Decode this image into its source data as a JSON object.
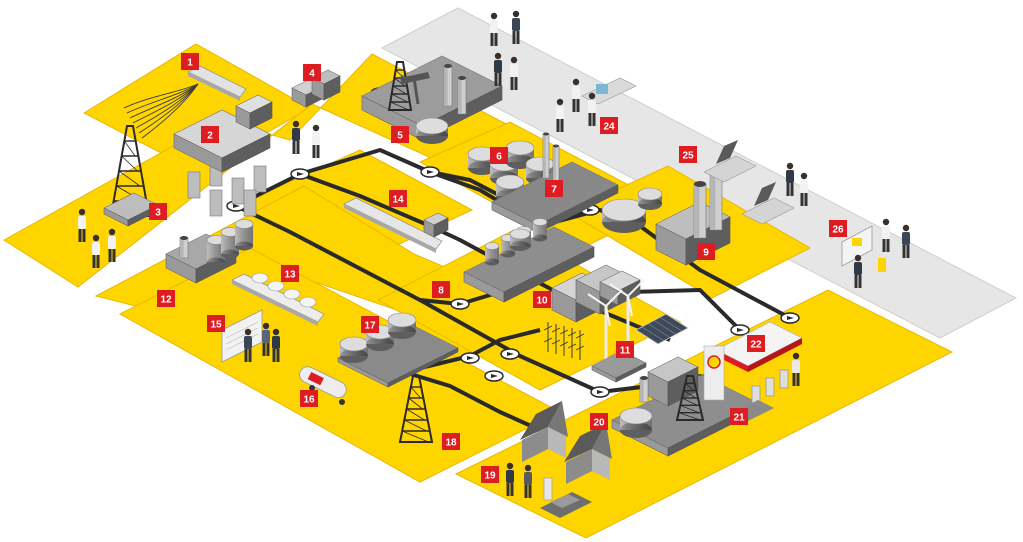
{
  "colors": {
    "platform": "#FFD500",
    "platform_edge": "#E8B800",
    "research_zone": "#E6E6E6",
    "research_edge": "#CFCFCF",
    "pipeline": "#2A2A2A",
    "label_bg": "#DD1D21",
    "label_text": "#FFFFFF",
    "equipment_light": "#CFCFCF",
    "equipment_mid": "#9A9A9A",
    "equipment_dark": "#5E5E5E"
  },
  "markers": [
    {
      "id": "1",
      "label": "1",
      "icon": "offshore-seismic-vessel-icon"
    },
    {
      "id": "2",
      "label": "2",
      "icon": "offshore-platform-icon"
    },
    {
      "id": "3",
      "label": "3",
      "icon": "drilling-rig-icon"
    },
    {
      "id": "4",
      "label": "4",
      "icon": "core-analysis-equipment-icon"
    },
    {
      "id": "5",
      "label": "5",
      "icon": "onshore-pumpjack-facility-icon"
    },
    {
      "id": "6",
      "label": "6",
      "icon": "storage-tanks-icon"
    },
    {
      "id": "7",
      "label": "7",
      "icon": "processing-plant-icon"
    },
    {
      "id": "8",
      "label": "8",
      "icon": "gas-processing-icon"
    },
    {
      "id": "9",
      "label": "9",
      "icon": "refinery-icon"
    },
    {
      "id": "10",
      "label": "10",
      "icon": "chemical-plant-icon"
    },
    {
      "id": "11",
      "label": "11",
      "icon": "wind-turbine-icon"
    },
    {
      "id": "12",
      "label": "12",
      "icon": "lng-plant-icon"
    },
    {
      "id": "13",
      "label": "13",
      "icon": "lng-carrier-icon"
    },
    {
      "id": "14",
      "label": "14",
      "icon": "tanker-ship-icon"
    },
    {
      "id": "15",
      "label": "15",
      "icon": "trading-desk-icon"
    },
    {
      "id": "16",
      "label": "16",
      "icon": "tanker-truck-icon"
    },
    {
      "id": "17",
      "label": "17",
      "icon": "terminal-tanks-icon"
    },
    {
      "id": "18",
      "label": "18",
      "icon": "power-pylon-icon"
    },
    {
      "id": "19",
      "label": "19",
      "icon": "homes-ev-charging-icon"
    },
    {
      "id": "20",
      "label": "20",
      "icon": "power-plant-icon"
    },
    {
      "id": "21",
      "label": "21",
      "icon": "service-station-customers-icon"
    },
    {
      "id": "22",
      "label": "22",
      "icon": "fuel-station-icon"
    },
    {
      "id": "24",
      "label": "24",
      "icon": "laboratory-icon"
    },
    {
      "id": "25",
      "label": "25",
      "icon": "research-workstations-icon"
    },
    {
      "id": "26",
      "label": "26",
      "icon": "presentation-icon"
    }
  ],
  "pipeline_valves": 16
}
